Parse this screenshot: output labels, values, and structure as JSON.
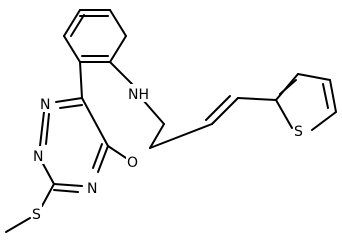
{
  "atom_labels": {
    "nh": "NH",
    "n_triazine_1": "N",
    "n_triazine_2": "N",
    "n_triazine_3": "N",
    "o_ring": "O",
    "s_methylthio": "S",
    "s_thiophene": "S"
  },
  "colors": {
    "ink": "#000000",
    "background": "#ffffff"
  }
}
